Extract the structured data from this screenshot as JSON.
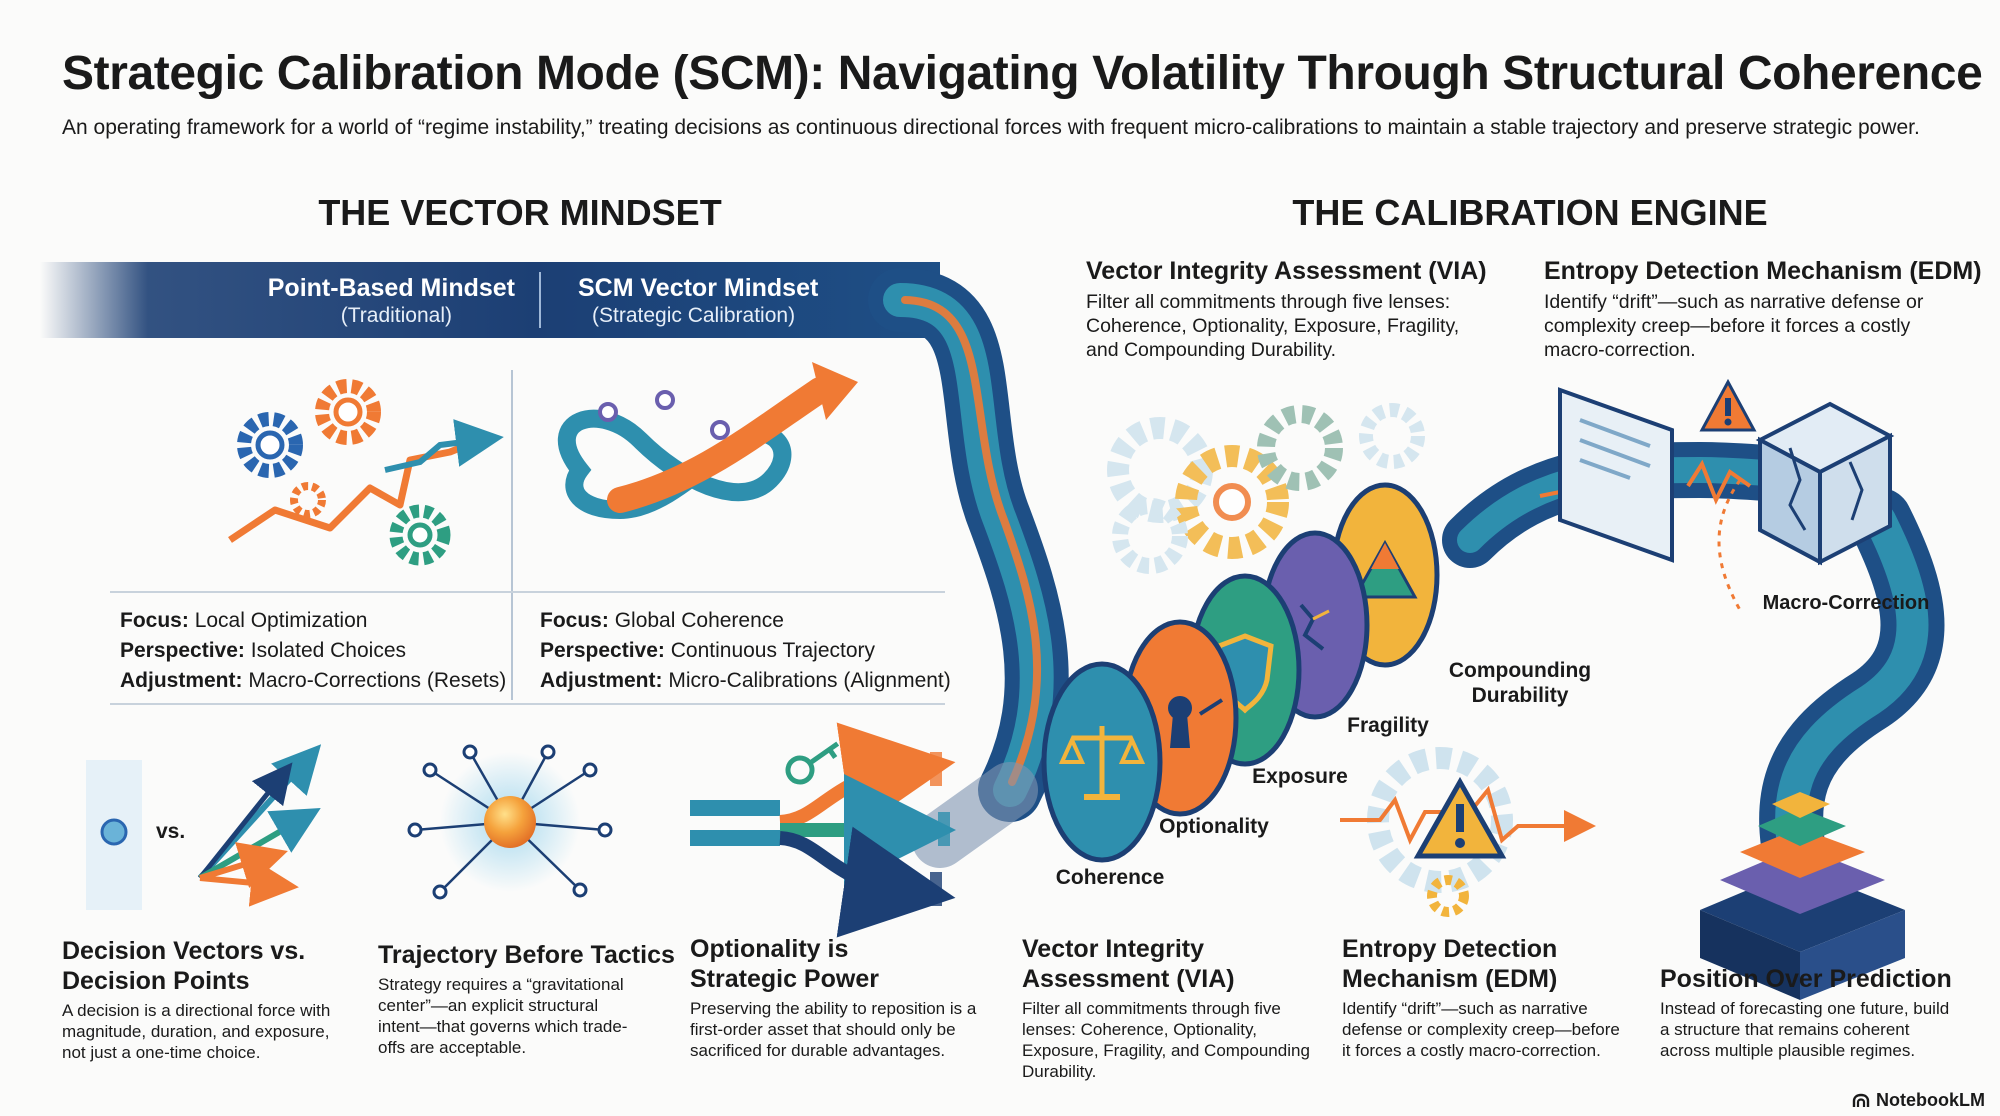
{
  "header": {
    "title": "Strategic Calibration Mode (SCM): Navigating Volatility Through Structural Coherence",
    "subtitle": "An operating framework for a world of “regime instability,” treating decisions as continuous directional forces with frequent micro-calibrations to maintain a stable trajectory and preserve strategic power."
  },
  "vector_mindset": {
    "heading": "THE VECTOR MINDSET",
    "point_based": {
      "title": "Point-Based Mindset",
      "subtitle": "(Traditional)",
      "rows": [
        {
          "label": "Focus:",
          "value": "Local Optimization"
        },
        {
          "label": "Perspective:",
          "value": "Isolated Choices"
        },
        {
          "label": "Adjustment:",
          "value": "Macro-Corrections (Resets)"
        }
      ]
    },
    "scm_vector": {
      "title": "SCM Vector Mindset",
      "subtitle": "(Strategic Calibration)",
      "rows": [
        {
          "label": "Focus:",
          "value": "Global Coherence"
        },
        {
          "label": "Perspective:",
          "value": "Continuous Trajectory"
        },
        {
          "label": "Adjustment:",
          "value": "Micro-Calibrations (Alignment)"
        }
      ]
    },
    "vs_label": "vs."
  },
  "calibration_engine": {
    "heading": "THE CALIBRATION ENGINE",
    "via": {
      "title": "Vector Integrity Assessment (VIA)",
      "body": "Filter all commitments through five lenses: Coherence, Optionality, Exposure, Fragility, and Compounding Durability."
    },
    "edm": {
      "title": "Entropy Detection Mechanism (EDM)",
      "body": "Identify “drift”—such as narrative defense or complexity creep—before it forces a costly macro-correction."
    },
    "lenses": [
      "Coherence",
      "Optionality",
      "Exposure",
      "Fragility",
      "Compounding Durability"
    ],
    "macro_correction_label": "Macro-Correction"
  },
  "bottom_cards": [
    {
      "title": "Decision Vectors vs. Decision Points",
      "body": "A decision is a directional force with magnitude, duration, and exposure, not just a one-time choice."
    },
    {
      "title": "Trajectory Before Tactics",
      "body": "Strategy requires a “gravitational center”—an explicit structural intent—that governs which trade-offs are acceptable."
    },
    {
      "title": "Optionality is Strategic Power",
      "body": "Preserving the ability to reposition is a first-order asset that should only be sacrificed for durable advantages."
    },
    {
      "title": "Vector Integrity Assessment (VIA)",
      "body": "Filter all commitments through five lenses: Coherence, Optionality, Exposure, Fragility, and Compounding Durability."
    },
    {
      "title": "Entropy Detection Mechanism (EDM)",
      "body": "Identify “drift”—such as narrative defense or complexity creep—before it forces a costly macro-correction."
    },
    {
      "title": "Position Over Prediction",
      "body": "Instead of forecasting one future, build a structure that remains coherent across multiple plausible regimes."
    }
  ],
  "footer": {
    "brand": "NotebookLM"
  },
  "colors": {
    "navy": "#1c3f74",
    "teal": "#2e8fae",
    "orange": "#f07a34",
    "green": "#2e9e82",
    "purple": "#6a5fae",
    "gold": "#f2b43c"
  }
}
